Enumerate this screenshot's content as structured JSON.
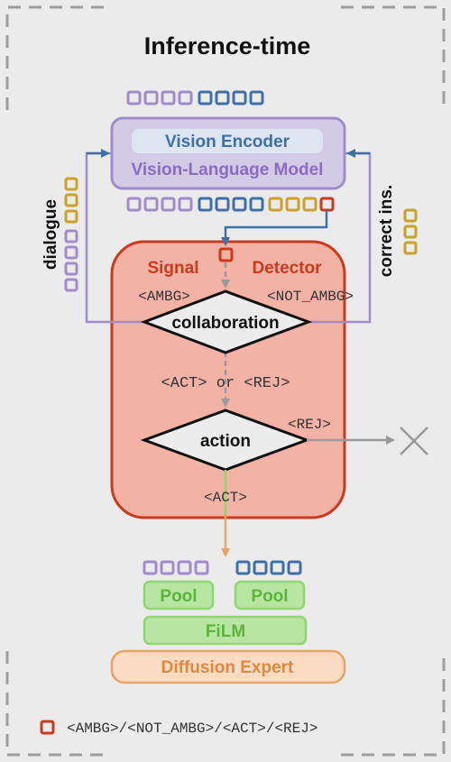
{
  "title": "Inference-time",
  "vlm": {
    "encoder_label": "Vision Encoder",
    "model_label": "Vision-Language Model"
  },
  "signal_detector": {
    "word1": "Signal",
    "word2": "Detector"
  },
  "side_labels": {
    "left": "dialogue",
    "right": "correct ins."
  },
  "collaboration": {
    "label": "collaboration",
    "left_token": "<AMBG>",
    "right_token": "<NOT_AMBG>",
    "output": "<ACT> or <REJ>"
  },
  "action": {
    "label": "action",
    "reject_token": "<REJ>",
    "act_token": "<ACT>"
  },
  "pools": {
    "left": "Pool",
    "right": "Pool"
  },
  "film": "FiLM",
  "diffusion": "Diffusion Expert",
  "legend": "<AMBG>/<NOT_AMBG>/<ACT>/<REJ>",
  "colors": {
    "purple": "#a08cc8",
    "blue": "#3f6fa8",
    "gold": "#c9a227",
    "red": "#cc3a1e",
    "green": "#8fd66e",
    "orange": "#e6a468",
    "vlm_fill": "#d3cbe6",
    "detector_fill": "#f2b2a4"
  }
}
